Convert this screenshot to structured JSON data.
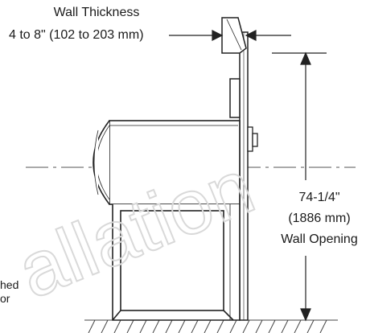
{
  "labels": {
    "wall_thickness_title": "Wall Thickness",
    "wall_thickness_range": "4 to 8\" (102 to 203 mm)",
    "opening_height_in": "74-1/4\"",
    "opening_height_mm": "(1886 mm)",
    "opening_caption": "Wall Opening",
    "left_fragment_1": "hed",
    "left_fragment_2": "or"
  },
  "watermark": {
    "text": "allation",
    "color": "#d9d9d9"
  },
  "colors": {
    "line": "#222222",
    "fill": "#ffffff"
  }
}
